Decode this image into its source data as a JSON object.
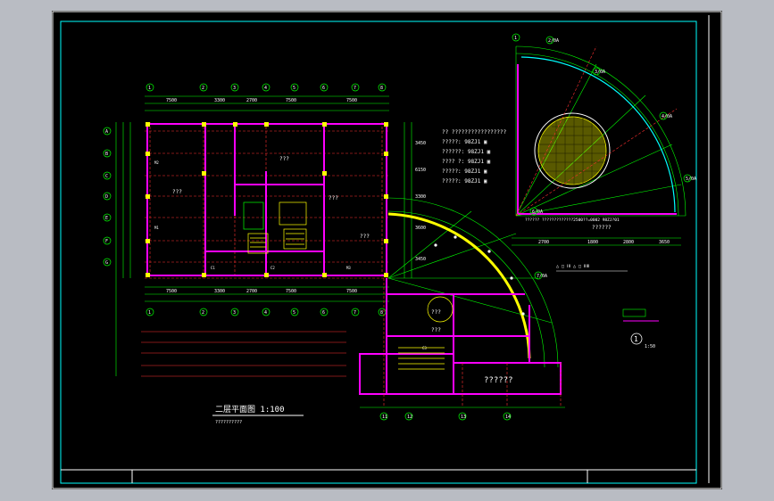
{
  "drawing": {
    "title": "二层平面图 1:100",
    "subtitle": "??????????",
    "detail_label": "1:50",
    "detail_number": "1",
    "room_label": "??????",
    "table_note": "??????",
    "section_caption": "△ □ ⅠⅡ △ □ ⅡⅢ",
    "notes": [
      "?? ?????????????????",
      "?????: 98ZJ1 ▣",
      "??????: 98ZJ1 ▣",
      "???? ?: 98ZJ1 ▣",
      "?????: 98ZJ1 ▣",
      "?????: 98ZJ1 ▣"
    ],
    "stair_note": "?????? ?????????????2500??=0002  98ZJ?01",
    "axis_top": [
      "1",
      "2",
      "3",
      "4",
      "5",
      "6",
      "7",
      "8"
    ],
    "axis_bottom": [
      "1",
      "2",
      "3",
      "4",
      "5",
      "6",
      "7",
      "8"
    ],
    "axis_left": [
      "A",
      "B",
      "C",
      "D",
      "E",
      "F",
      "G"
    ],
    "axis_radial": [
      "1",
      "2/0A",
      "3/0A",
      "4/0A",
      "5/0A",
      "6/0A",
      "7/0A"
    ],
    "axis_bottom_right": [
      "11",
      "12",
      "13",
      "14"
    ],
    "dims_top": [
      "7500",
      "3300",
      "2700",
      "7500",
      "7500"
    ],
    "dims_bottom": [
      "7500",
      "3300",
      "2700",
      "7500",
      "7500"
    ],
    "dims_right": [
      "3450",
      "6150",
      "3300",
      "3600",
      "3450"
    ],
    "dims_quarter": [
      "2700",
      "1800",
      "2800",
      "3650"
    ],
    "room_tags": [
      "???",
      "???",
      "???",
      "???",
      "???",
      "???"
    ],
    "door_tags": [
      "M2",
      "M1",
      "C1",
      "C2",
      "M3",
      "C3"
    ]
  },
  "colors": {
    "sheet": "#000000",
    "frame": "#00ffff",
    "wall": "#ff00ff",
    "dimension": "#00ff00",
    "column": "#ffff00",
    "axis_line": "#ff3030",
    "text": "#ffffff"
  }
}
